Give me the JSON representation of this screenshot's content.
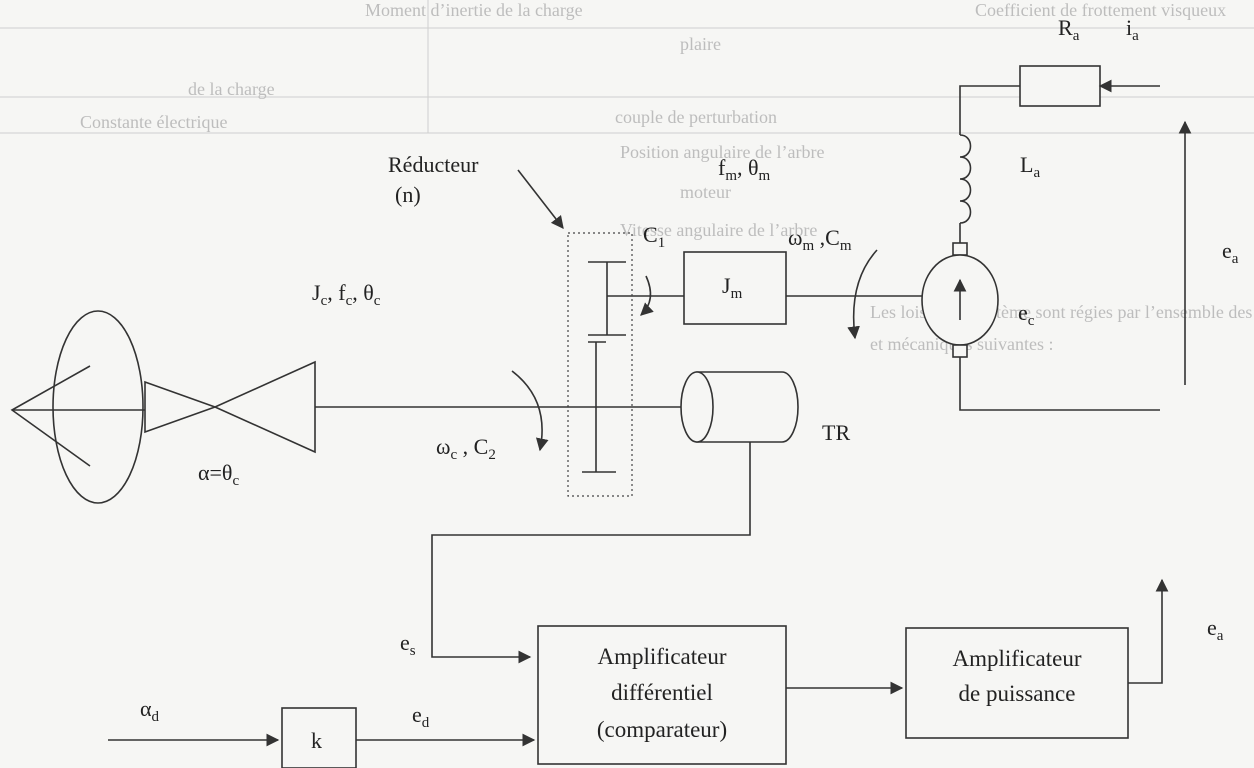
{
  "background_table": {
    "rows": [
      "Moment d’inertie de la charge",
      "Coefficient de frottement visqueux",
      "de la charge",
      "Constante électrique"
    ],
    "mid_rows": [
      "plaire",
      "couple de perturbation",
      "Position angulaire de l’arbre",
      "moteur",
      "Vitesse angulaire de l’arbre"
    ],
    "bleed_text": "Les lois de ce système sont régies par l’ensemble des équations électriques",
    "bleed_text_2": "et mécaniques suivantes :"
  },
  "labels": {
    "Ra": [
      "R",
      "a"
    ],
    "ia": [
      "i",
      "a"
    ],
    "La": [
      "L",
      "a"
    ],
    "ea_top": [
      "e",
      "a"
    ],
    "ec": [
      "e",
      "c"
    ],
    "fm_theta": [
      "f",
      "m",
      ", θ",
      "m"
    ],
    "reducteur": "Réducteur",
    "reducteur_n": "(n)",
    "C1": [
      "C",
      "1"
    ],
    "omega_m": [
      "ω",
      "m",
      " ,C",
      "m"
    ],
    "Jm": [
      "J",
      "m"
    ],
    "Jc": [
      "J",
      "c",
      ", f",
      "c",
      ", θ",
      "c"
    ],
    "omega_c": [
      "ω",
      "c",
      " , C",
      "2"
    ],
    "alpha_theta": [
      "α=θ",
      "c"
    ],
    "TR": "TR",
    "es": [
      "e",
      "s"
    ],
    "ed": [
      "e",
      "d"
    ],
    "alpha_d": [
      "α",
      "d"
    ],
    "k": "k",
    "ea_out": [
      "e",
      "a"
    ]
  },
  "blocks": {
    "diff_amp": [
      "Amplificateur",
      "différentiel",
      "(comparateur)"
    ],
    "power_amp": [
      "Amplificateur",
      "de puissance"
    ]
  }
}
